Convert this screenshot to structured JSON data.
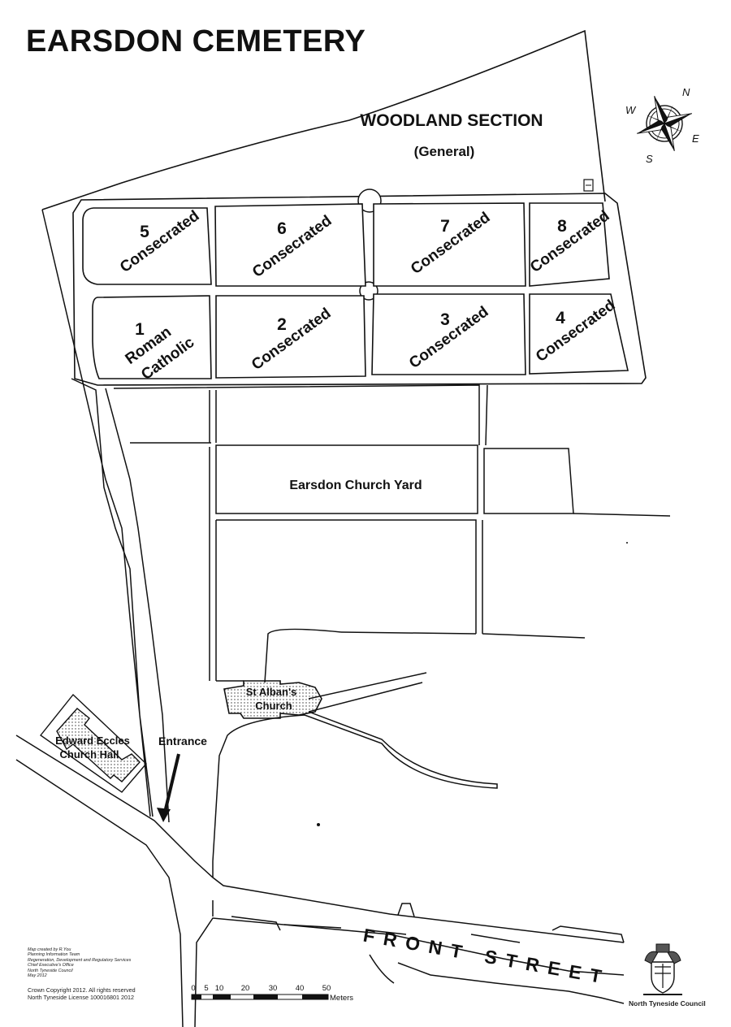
{
  "title": "EARSDON CEMETERY",
  "woodland": {
    "title": "WOODLAND SECTION",
    "subtitle": "(General)"
  },
  "compass": {
    "n": "N",
    "e": "E",
    "s": "S",
    "w": "W"
  },
  "sections": [
    {
      "number": "5",
      "label": "Consecrated"
    },
    {
      "number": "6",
      "label": "Consecrated"
    },
    {
      "number": "7",
      "label": "Consecrated"
    },
    {
      "number": "8",
      "label": "Consecrated"
    },
    {
      "number": "1",
      "label": "Roman",
      "label2": "Catholic"
    },
    {
      "number": "2",
      "label": "Consecrated"
    },
    {
      "number": "3",
      "label": "Consecrated"
    },
    {
      "number": "4",
      "label": "Consecrated"
    }
  ],
  "churchyard": "Earsdon Church Yard",
  "church": {
    "line1": "St Alban's",
    "line2": "Church"
  },
  "hall": {
    "line1": "Edward Eccles",
    "line2": "Church Hall"
  },
  "entrance": "Entrance",
  "street": "FRONT STREET",
  "credits": [
    "Map created by R.You",
    "Planning Information Team",
    "Regeneration, Development and Regulatory Services",
    "Chief Executive's Office",
    "North Tyneside Council",
    "May 2012"
  ],
  "copyright": [
    "Crown Copyright 2012. All rights reserved",
    "North Tyneside License 100016801 2012"
  ],
  "scale": {
    "ticks": [
      "0",
      "5",
      "10",
      "20",
      "30",
      "40",
      "50"
    ],
    "unit": "Meters"
  },
  "council": "North Tyneside Council"
}
